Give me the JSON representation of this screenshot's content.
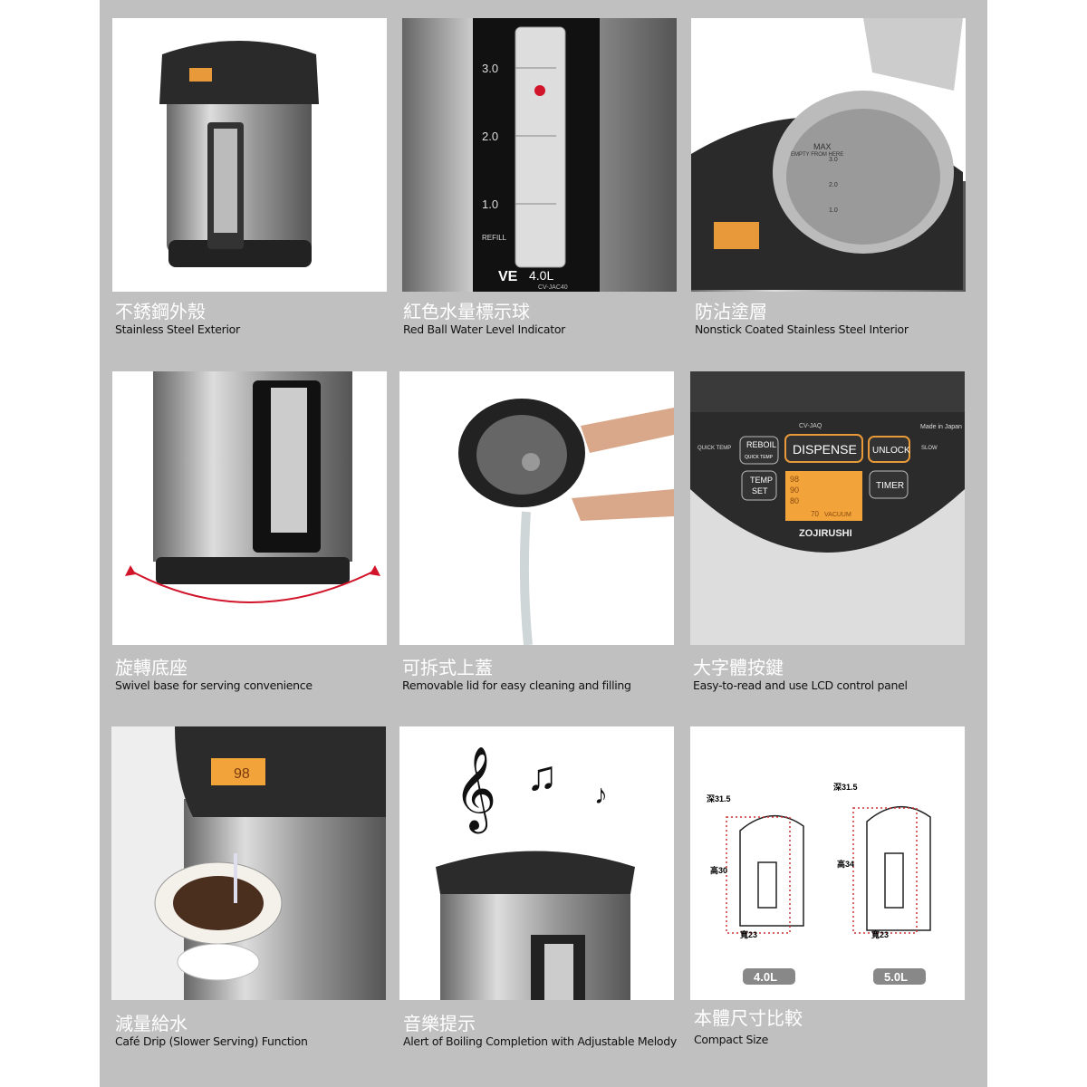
{
  "features": [
    {
      "zh": "不銹鋼外殼",
      "en": "Stainless Steel Exterior"
    },
    {
      "zh": "紅色水量標示球",
      "en": "Red Ball Water Level Indicator"
    },
    {
      "zh": "防沾塗層",
      "en": "Nonstick Coated Stainless Steel Interior"
    },
    {
      "zh": "旋轉底座",
      "en": "Swivel base for serving convenience"
    },
    {
      "zh": "可拆式上蓋",
      "en": "Removable lid for easy cleaning and filling"
    },
    {
      "zh": "大字體按鍵",
      "en": "Easy-to-read and use LCD control panel"
    },
    {
      "zh": "減量給水",
      "en": "Café Drip (Slower Serving) Function"
    },
    {
      "zh": "音樂提示",
      "en": "Alert of Boiling Completion with Adjustable Melody"
    },
    {
      "zh": "本體尺寸比較",
      "en": "Compact Size"
    }
  ],
  "gauge": {
    "l3": "3.0",
    "l2": "2.0",
    "l1": "1.0",
    "refill": "REFILL",
    "brand": "VE",
    "capacity": "4.0L",
    "model": "CV-JAC40"
  },
  "inner": {
    "max": "MAX",
    "empty": "EMPTY FROM HERE",
    "m3": "3.0",
    "m2": "2.0",
    "m1": "1.0"
  },
  "control": {
    "model": "CV-JAQ",
    "made": "Made in Japan",
    "reboil": "REBOIL",
    "quick_temp": "QUICK TEMP",
    "quick_temp_side": "QUICK TEMP",
    "dispense": "DISPENSE",
    "unlock": "UNLOCK",
    "slow": "SLOW",
    "temp": "TEMP",
    "set": "SET",
    "timer": "TIMER",
    "t98": "98",
    "t90": "90",
    "t80": "80",
    "t70": "70",
    "vacuum": "VACUUM",
    "brand": "ZOJIRUSHI"
  },
  "drip": {
    "display": "98"
  },
  "size": {
    "d1": "深31.5",
    "h1": "高30",
    "w1": "寬23",
    "cap1": "4.0L",
    "d2": "深31.5",
    "h2": "高34",
    "w2": "寬23",
    "cap2": "5.0L"
  }
}
